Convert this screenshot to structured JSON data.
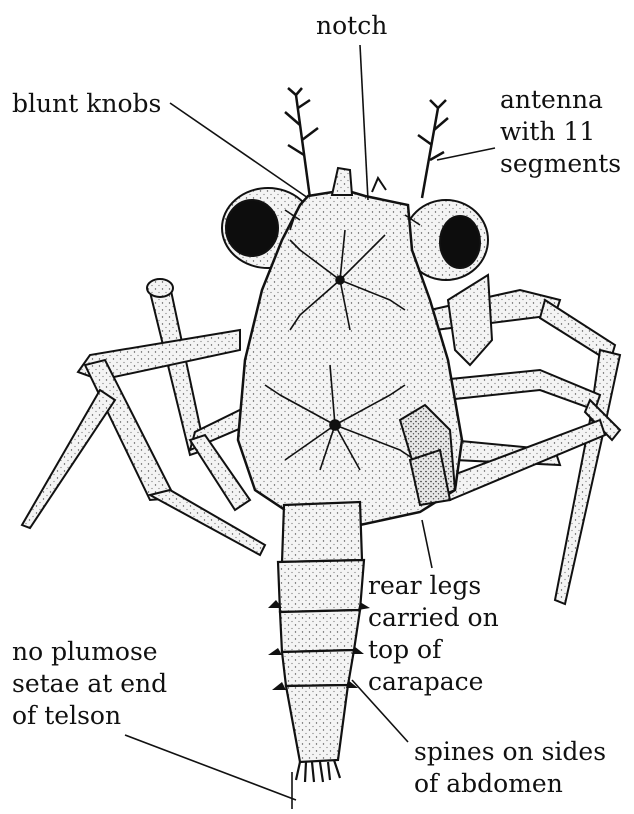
{
  "labels": {
    "notch": "notch",
    "blunt_knobs": "blunt knobs",
    "antenna": [
      "antenna",
      "with 11",
      "segments"
    ],
    "rear_legs": [
      "rear legs",
      "carried on",
      "top of",
      "carapace"
    ],
    "no_plumose": [
      "no plumose",
      "setae at end",
      "of telson"
    ],
    "spines": [
      "spines on sides",
      "of abdomen"
    ]
  },
  "colors": {
    "ink": "#111111",
    "body_fill": "#f3f3f3",
    "eye": "#0d0d0d"
  }
}
